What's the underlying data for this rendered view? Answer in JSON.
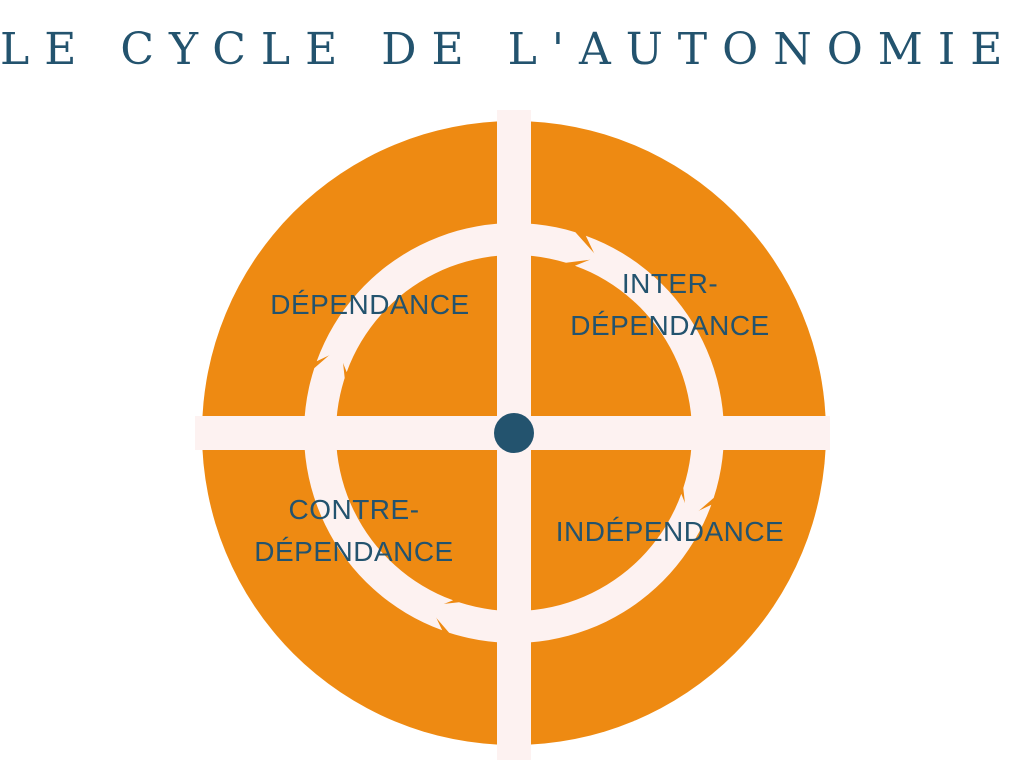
{
  "title": "LE CYCLE DE L'AUTONOMIE",
  "quadrants": {
    "top_left": [
      "DÉPENDANCE"
    ],
    "top_right": [
      "INTER-",
      "DÉPENDANCE"
    ],
    "bottom_left": [
      "CONTRE-",
      "DÉPENDANCE"
    ],
    "bottom_right": [
      "INDÉPENDANCE"
    ]
  },
  "colors": {
    "disc": "#ee8a12",
    "cross": "#fdf2f1",
    "cycle": "#fdf2f1",
    "center": "#23536e",
    "text": "#23536e"
  }
}
